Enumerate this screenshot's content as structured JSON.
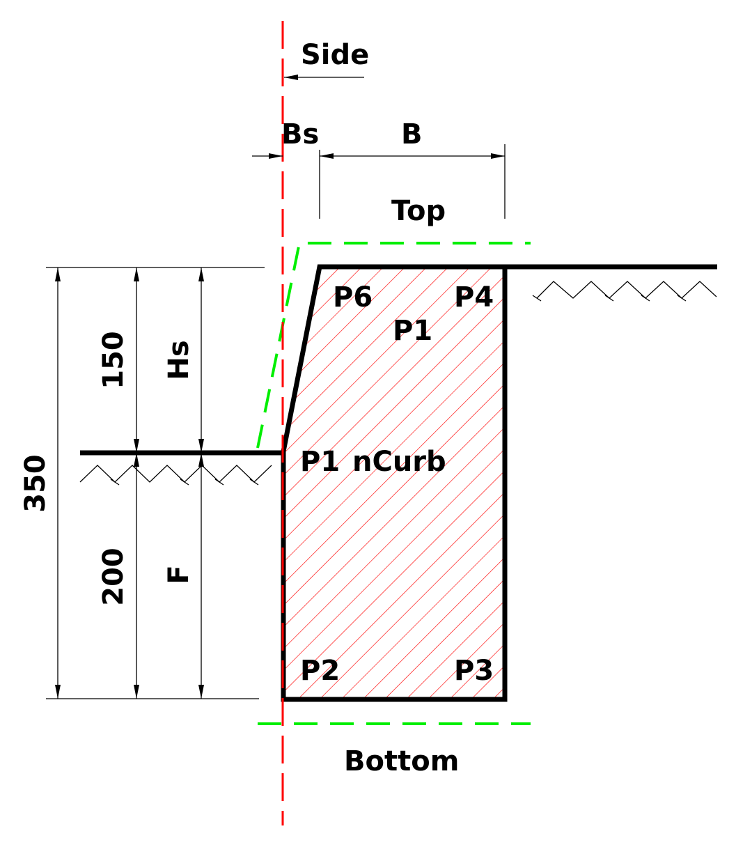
{
  "labels": {
    "side": "Side",
    "bs": "Bs",
    "b": "B",
    "top": "Top",
    "bottom": "Bottom",
    "p6": "P6",
    "p4": "P4",
    "p1_top": "P1",
    "p1_left": "P1",
    "ncurb": "nCurb",
    "p2": "P2",
    "p3": "P3",
    "hs": "Hs",
    "f": "F"
  },
  "dimensions": {
    "total": "350",
    "upper": "150",
    "lower": "200"
  },
  "colors": {
    "outline": "#000000",
    "hatch": "#ff0000",
    "axis": "#ff0000",
    "offset": "#00ee00"
  }
}
